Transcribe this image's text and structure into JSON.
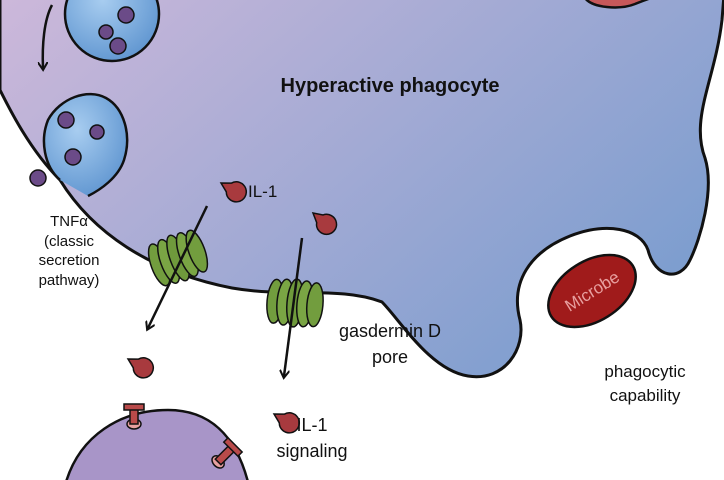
{
  "labels": {
    "title": "Hyperactive phagocyte",
    "tnf": "TNFα",
    "tnf_detail_1": "(classic",
    "tnf_detail_2": "secretion",
    "tnf_detail_3": "pathway)",
    "il1_top": "IL-1",
    "gasdermin_1": "gasdermin D",
    "gasdermin_2": "pore",
    "microbe": "Microbe",
    "phagocytic_1": "phagocytic",
    "phagocytic_2": "capability",
    "signaling_1": "IL-1",
    "signaling_2": "signaling"
  },
  "colors": {
    "cell_fill_start": "#cbb6d9",
    "cell_fill_end": "#7f9fd0",
    "vesicle": "#7fb0e0",
    "granule": "#6a4a86",
    "il1": "#a83a3e",
    "pore": "#6f9a3c",
    "microbe": "#9c1a1a",
    "target_cell": "#a895c8",
    "receptor": "#c46060",
    "outline": "#111111"
  }
}
